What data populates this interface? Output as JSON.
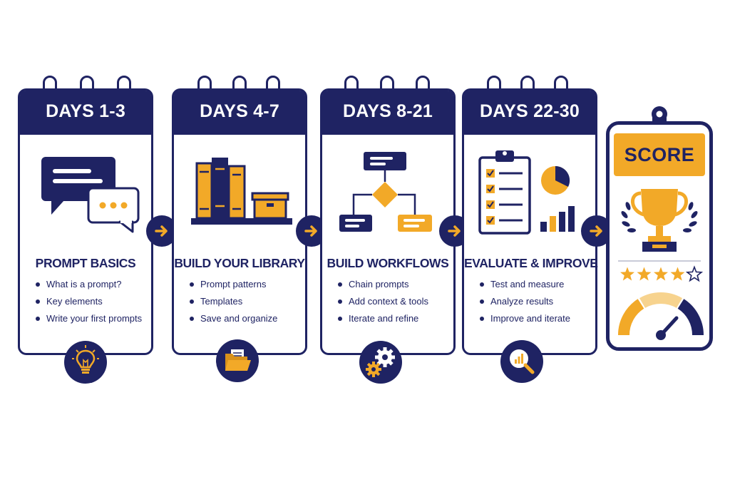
{
  "colors": {
    "navy": "#1f2363",
    "gold": "#f2a928",
    "light_gold": "#f7d38e"
  },
  "stages": [
    {
      "header": "DAYS 1-3",
      "title": "PROMPT BASICS",
      "bullets": [
        "What is a prompt?",
        "Key elements",
        "Write your first prompts"
      ],
      "illustration": "chat-bubbles-icon",
      "badge_icon": "lightbulb-icon"
    },
    {
      "header": "DAYS 4-7",
      "title": "BUILD YOUR LIBRARY",
      "bullets": [
        "Prompt patterns",
        "Templates",
        "Save and organize"
      ],
      "illustration": "bookshelf-icon",
      "badge_icon": "folder-icon"
    },
    {
      "header": "DAYS 8-21",
      "title": "BUILD WORKFLOWS",
      "bullets": [
        "Chain prompts",
        "Add context & tools",
        "Iterate and refine"
      ],
      "illustration": "flowchart-icon",
      "badge_icon": "gears-icon"
    },
    {
      "header": "DAYS 22-30",
      "title": "EVALUATE & IMPROVE",
      "bullets": [
        "Test and measure",
        "Analyze results",
        "Improve and iterate"
      ],
      "illustration": "checklist-chart-icon",
      "badge_icon": "magnifier-chart-icon"
    }
  ],
  "score": {
    "header": "SCORE",
    "illustration": "trophy-icon",
    "rating": 4,
    "rating_max": 5,
    "gauge_icon": "speedometer-icon"
  },
  "arrow_icon": "arrow-right-icon"
}
